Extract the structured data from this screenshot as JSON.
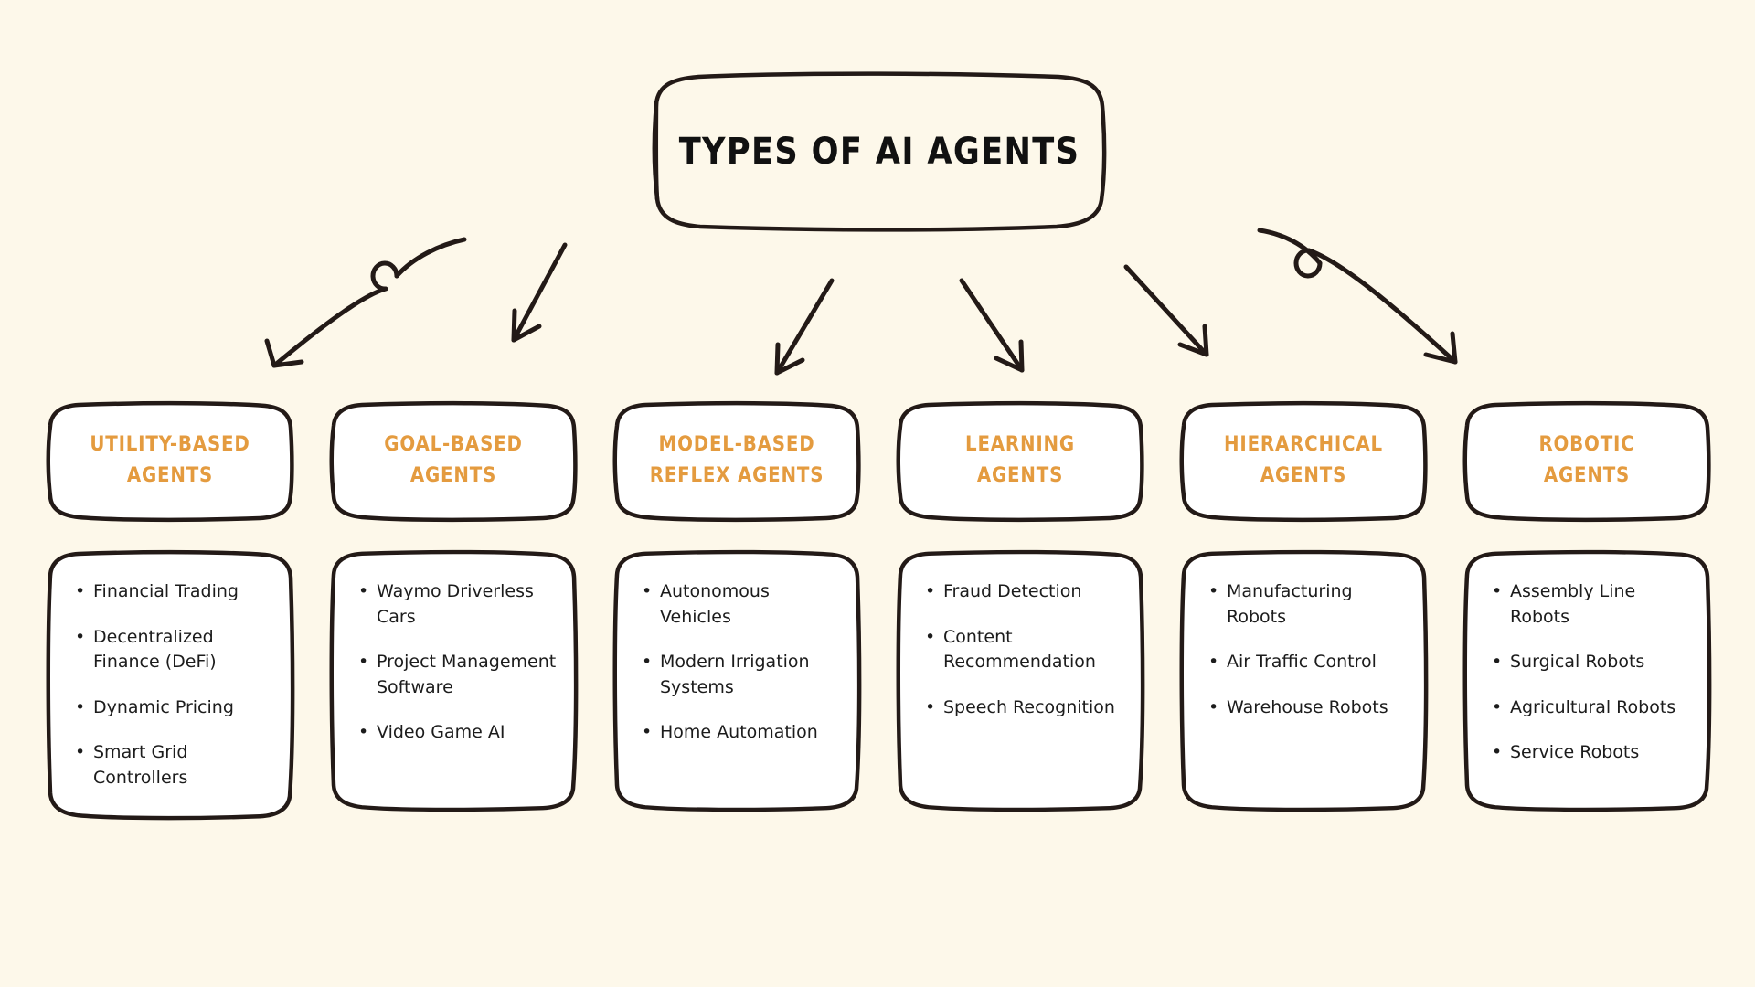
{
  "theme": {
    "background": "#fdf8ea",
    "card_fill": "#ffffff",
    "stroke": "#231a17",
    "accent": "#e49b3f",
    "body_text": "#1c1c1c",
    "title_text": "#111111"
  },
  "title": {
    "text": "TYPES OF AI AGENTS"
  },
  "arrows": [
    {
      "name": "arrow-curved-left-outer",
      "style": "curved-loop"
    },
    {
      "name": "arrow-straight-left-inner",
      "style": "straight"
    },
    {
      "name": "arrow-straight-center-left",
      "style": "straight"
    },
    {
      "name": "arrow-straight-center-right",
      "style": "straight"
    },
    {
      "name": "arrow-straight-right-inner",
      "style": "straight"
    },
    {
      "name": "arrow-curved-right-outer",
      "style": "curved-loop"
    }
  ],
  "columns": [
    {
      "id": "utility-based-agents",
      "heading": "UTILITY-BASED\nAGENTS",
      "items": [
        "Financial Trading",
        "Decentralized Finance (DeFi)",
        "Dynamic Pricing",
        "Smart Grid Controllers"
      ]
    },
    {
      "id": "goal-based-agents",
      "heading": "GOAL-BASED\nAGENTS",
      "items": [
        "Waymo Driverless Cars",
        "Project Management Software",
        "Video Game AI"
      ]
    },
    {
      "id": "model-based-reflex-agents",
      "heading": "MODEL-BASED\nREFLEX AGENTS",
      "items": [
        "Autonomous Vehicles",
        "Modern Irrigation Systems",
        "Home Automation"
      ]
    },
    {
      "id": "learning-agents",
      "heading": "LEARNING\nAGENTS",
      "items": [
        "Fraud Detection",
        "Content Recommendation",
        "Speech Recognition"
      ]
    },
    {
      "id": "hierarchical-agents",
      "heading": "HIERARCHICAL\nAGENTS",
      "items": [
        "Manufacturing Robots",
        "Air Traffic Control",
        "Warehouse Robots"
      ]
    },
    {
      "id": "robotic-agents",
      "heading": "ROBOTIC\nAGENTS",
      "items": [
        "Assembly Line Robots",
        "Surgical Robots",
        "Agricultural Robots",
        "Service Robots"
      ]
    }
  ],
  "bullet_glyph": "•"
}
